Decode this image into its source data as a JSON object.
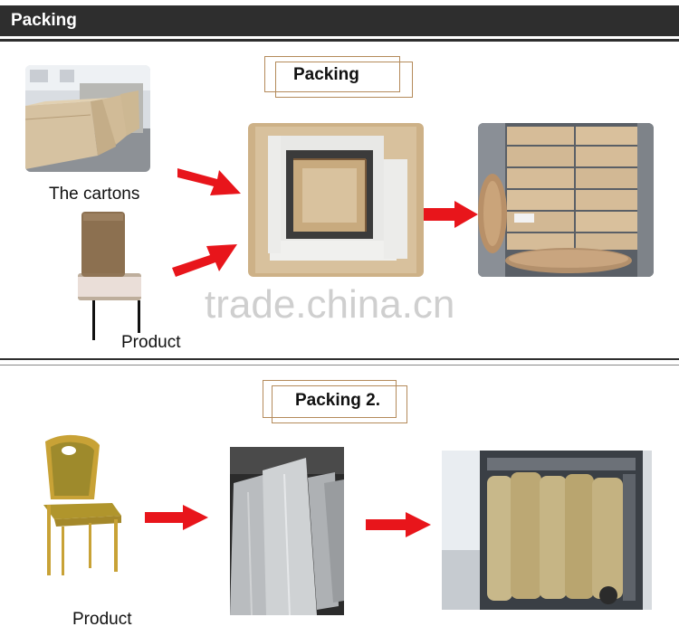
{
  "header": {
    "title": "Packing"
  },
  "section1": {
    "label": "Packing",
    "captions": {
      "cartons": "The cartons",
      "product": "Product"
    }
  },
  "watermark": "trade.china.cn",
  "section2": {
    "label": "Packing 2.",
    "captions": {
      "product": "Product"
    }
  },
  "colors": {
    "header_bg": "#2e2e2e",
    "arrow": "#e8151b",
    "frame": "#b48a5a"
  }
}
